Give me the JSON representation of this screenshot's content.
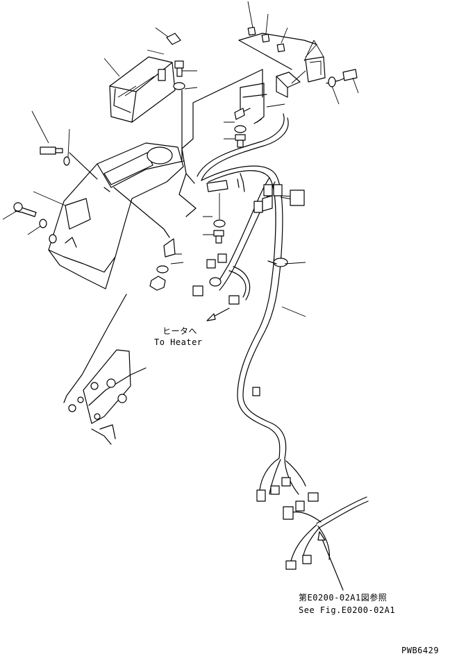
{
  "notes": {
    "heater_jp": "ヒータへ",
    "heater_en": "To Heater",
    "ref_jp": "第E0200-02A1図参照",
    "ref_en": "See Fig.E0200-02A1"
  },
  "drawing_code": "PWB6429"
}
